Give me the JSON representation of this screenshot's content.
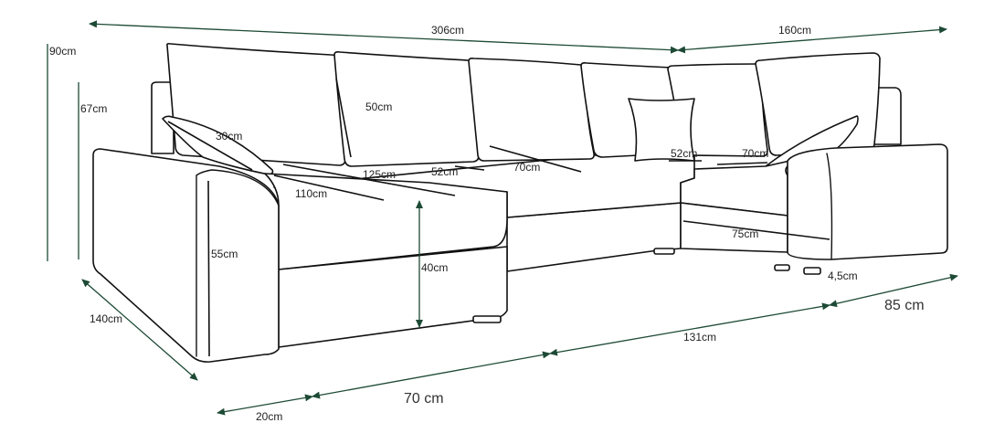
{
  "diagram": {
    "subject": "U-shaped corner sofa",
    "labels": {
      "total_width": "306cm",
      "right_width": "160cm",
      "height_total": "90cm",
      "height_back": "67cm",
      "back_cushion_height": "50cm",
      "pillow": "30cm",
      "seat_depth_left": "125cm",
      "seat_depth_mid_a": "52cm",
      "seat_depth_mid_b": "70cm",
      "seat_depth_right_a": "52cm",
      "seat_depth_right_b": "70cm",
      "chaise_width": "110cm",
      "arm_height": "55cm",
      "seat_height": "40cm",
      "chaise_depth": "75cm",
      "leg_height": "4,5cm",
      "depth_left": "140cm",
      "bottom_small": "20cm",
      "bottom_70": "70 cm",
      "bottom_131": "131cm",
      "right_85": "85 cm"
    },
    "colors": {
      "outline": "#111111",
      "measure_line": "#1d4a35",
      "background": "#ffffff"
    }
  }
}
